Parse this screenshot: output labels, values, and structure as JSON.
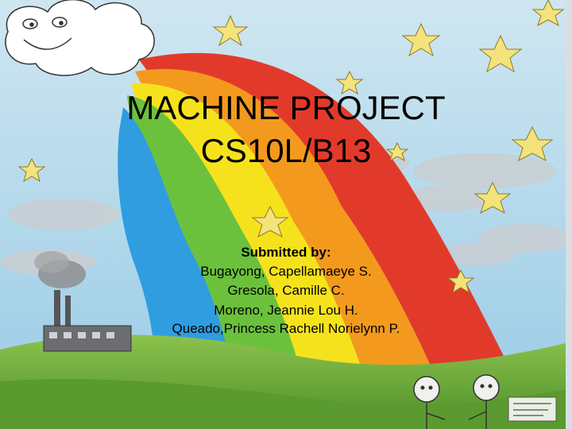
{
  "slide": {
    "title_line1": "MACHINE PROJECT",
    "title_line2": "CS10L/B13",
    "submitted_label": "Submitted by:",
    "members": [
      "Bugayong, Capellamaeye S.",
      "Gresola, Camille C.",
      "Moreno, Jeannie Lou H.",
      "Queado,Princess Rachell Norielynn P."
    ]
  },
  "colors": {
    "sky": "#a9d3ea",
    "grass": "#6fae3a",
    "rainbow": [
      "#e23a2a",
      "#f39a1e",
      "#f6e21c",
      "#6cc13c",
      "#2f9de0"
    ],
    "star": "#f3e37a"
  }
}
